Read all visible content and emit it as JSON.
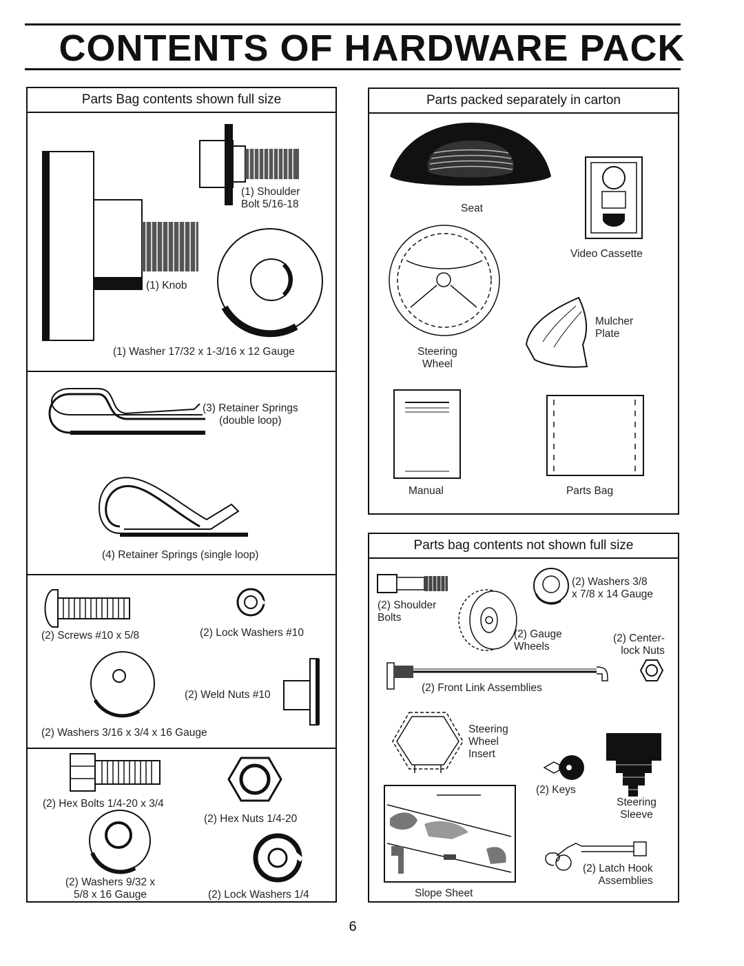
{
  "page": {
    "title": "CONTENTS OF HARDWARE PACK",
    "page_number": "6"
  },
  "left_panel": {
    "header": "Parts Bag contents shown full size",
    "items": {
      "shoulder_bolt": "(1) Shoulder\nBolt 5/16-18",
      "knob": "(1) Knob",
      "washer_large": "(1) Washer 17/32 x 1-3/16 x 12 Gauge",
      "retainer_double": "(3) Retainer Springs\n(double loop)",
      "retainer_single": "(4) Retainer Springs (single loop)",
      "screws": "(2) Screws #10 x 5/8",
      "lock_washers_10": "(2) Lock Washers #10",
      "weld_nuts": "(2) Weld Nuts #10",
      "washers_3_16": "(2) Washers 3/16 x 3/4 x 16 Gauge",
      "hex_bolts": "(2) Hex Bolts 1/4-20 x 3/4",
      "hex_nuts": "(2) Hex Nuts 1/4-20",
      "washers_9_32": "(2) Washers 9/32 x\n5/8 x 16 Gauge",
      "lock_washers_1_4": "(2) Lock Washers 1/4"
    }
  },
  "carton_panel": {
    "header": "Parts packed separately in carton",
    "items": {
      "seat": "Seat",
      "video": "Video Cassette",
      "steering_wheel": "Steering\nWheel",
      "mulcher": "Mulcher\nPlate",
      "manual": "Manual",
      "parts_bag": "Parts Bag"
    }
  },
  "notfull_panel": {
    "header": "Parts bag contents not shown full size",
    "items": {
      "shoulder_bolts": "(2) Shoulder\nBolts",
      "washers_3_8": "(2) Washers 3/8\nx 7/8 x 14 Gauge",
      "gauge_wheels": "(2) Gauge\nWheels",
      "centerlock": "(2) Center-\nlock Nuts",
      "front_link": "(2) Front Link Assemblies",
      "insert": "Steering\nWheel\nInsert",
      "keys": "(2) Keys",
      "sleeve": "Steering\nSleeve",
      "slope": "Slope Sheet",
      "latch": "(2) Latch Hook\nAssemblies"
    }
  }
}
